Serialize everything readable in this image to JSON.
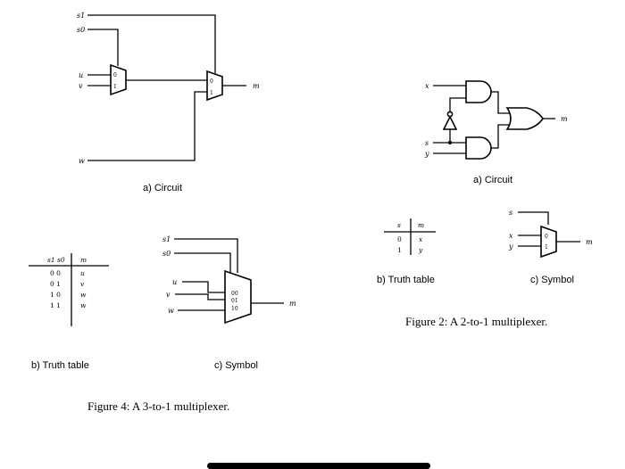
{
  "fig4": {
    "circuit": {
      "s1": "s1",
      "s0": "s0",
      "u": "u",
      "v": "v",
      "w": "w",
      "m": "m",
      "mux1_in0": "0",
      "mux1_in1": "1",
      "mux2_in0": "0",
      "mux2_in1": "1"
    },
    "circuit_caption": "a) Circuit",
    "truth_table": {
      "headers": [
        "s1 s0",
        "m"
      ],
      "rows": [
        [
          "0 0",
          "u"
        ],
        [
          "0 1",
          "v"
        ],
        [
          "1 0",
          "w"
        ],
        [
          "1 1",
          "w"
        ]
      ]
    },
    "truth_table_caption": "b) Truth table",
    "symbol": {
      "s1": "s1",
      "s0": "s0",
      "u": "u",
      "v": "v",
      "w": "w",
      "m": "m",
      "ports": [
        "00",
        "01",
        "10"
      ]
    },
    "symbol_caption": "c) Symbol",
    "caption": "Figure 4: A 3-to-1 multiplexer."
  },
  "fig2": {
    "circuit": {
      "x": "x",
      "s": "s",
      "y": "y",
      "m": "m"
    },
    "circuit_caption": "a) Circuit",
    "truth_table": {
      "headers": [
        "s",
        "m"
      ],
      "rows": [
        [
          "0",
          "x"
        ],
        [
          "1",
          "y"
        ]
      ]
    },
    "truth_table_caption": "b) Truth table",
    "symbol": {
      "s": "s",
      "x": "x",
      "y": "y",
      "m": "m",
      "ports": [
        "0",
        "1"
      ]
    },
    "symbol_caption": "c) Symbol",
    "caption": "Figure 2: A 2-to-1 multiplexer."
  }
}
